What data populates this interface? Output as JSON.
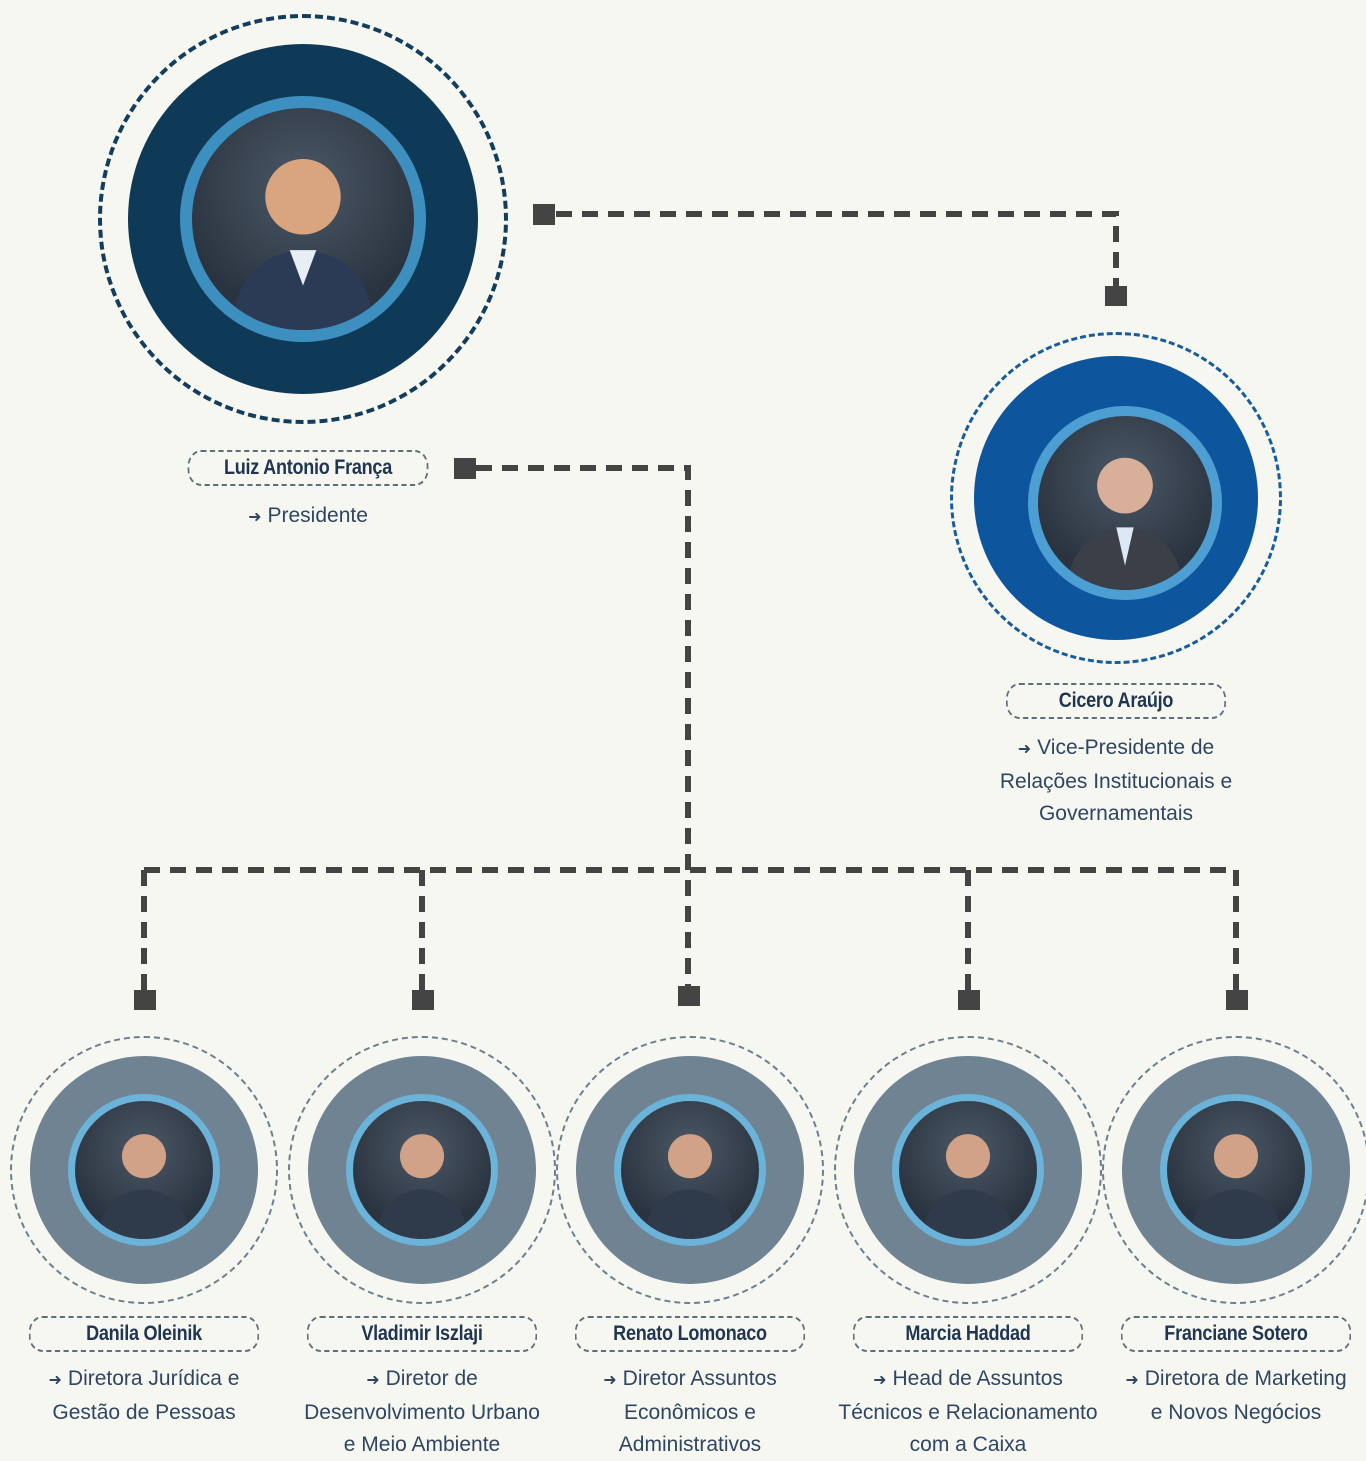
{
  "colors": {
    "president_ring": "#0f3a57",
    "vp_ring": "#0d559d",
    "director_ring": "#6f8392",
    "photo_border": "#6bb3d9",
    "connector": "#444444"
  },
  "president": {
    "name": "Luiz Antonio França",
    "role": "Presidente",
    "icon": "portrait-icon"
  },
  "vice_president": {
    "name": "Cicero Araújo",
    "role": "Vice-Presidente de\nRelações Institucionais e\nGovernamentais",
    "icon": "portrait-icon"
  },
  "directors": [
    {
      "name": "Danila Oleinik",
      "role": "Diretora Jurídica e\nGestão de Pessoas"
    },
    {
      "name": "Vladimir Iszlaji",
      "role": "Diretor de\nDesenvolvimento Urbano\ne Meio Ambiente"
    },
    {
      "name": "Renato Lomonaco",
      "role": "Diretor Assuntos\nEconômicos e\nAdministrativos"
    },
    {
      "name": "Marcia Haddad",
      "role": "Head de Assuntos\nTécnicos e Relacionamento\ncom a Caixa"
    },
    {
      "name": "Franciane Sotero",
      "role": "Diretora de Marketing\ne Novos Negócios"
    }
  ]
}
